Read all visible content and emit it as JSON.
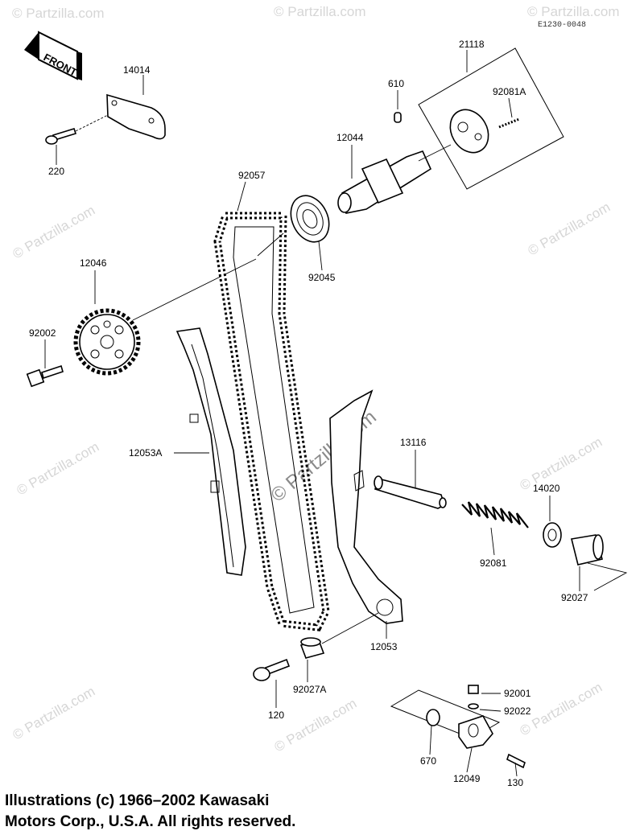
{
  "diagram": {
    "code": "E1230-0048",
    "front_label": "FRONT",
    "watermark_site": "© Partzilla.com",
    "watermark_center": "© Partzilla.com",
    "parts": {
      "p14014": "14014",
      "p220": "220",
      "p92057": "92057",
      "p12046": "12046",
      "p92002": "92002",
      "p12053A": "12053A",
      "p21118": "21118",
      "p610": "610",
      "p92081A": "92081A",
      "p12044": "12044",
      "p92045": "92045",
      "p13116": "13116",
      "p14020": "14020",
      "p92081": "92081",
      "p92027": "92027",
      "p12053": "12053",
      "p92027A": "92027A",
      "p120": "120",
      "p92001": "92001",
      "p92022": "92022",
      "p670": "670",
      "p12049": "12049",
      "p130": "130"
    }
  },
  "copyright": {
    "line1": "Illustrations (c) 1966–2002 Kawasaki",
    "line2": "Motors Corp., U.S.A.  All rights reserved."
  }
}
